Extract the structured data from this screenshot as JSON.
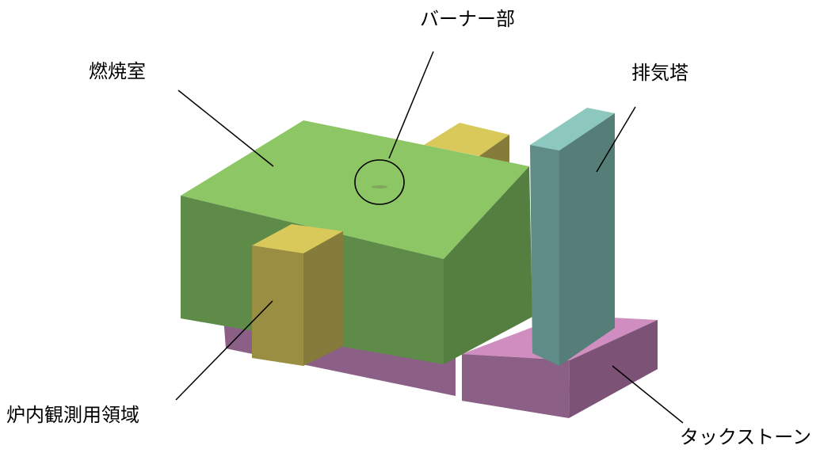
{
  "labels": {
    "burner": "バーナー部",
    "combustion_chamber": "燃焼室",
    "exhaust_stack": "排気塔",
    "observation_area": "炉内観測用領域",
    "tack_stone": "タックストーン"
  },
  "colors": {
    "chamber_top": "#8dc665",
    "chamber_front": "#5e8c48",
    "chamber_side": "#547f40",
    "yellow_top": "#d9c85a",
    "yellow_front": "#9a8e43",
    "yellow_side": "#857c3b",
    "stack_top": "#8dc8bf",
    "stack_front": "#5f8c86",
    "stack_side": "#567e79",
    "tack_top": "#cf8ebf",
    "tack_front": "#8c5f87",
    "tack_side": "#7c5277"
  }
}
